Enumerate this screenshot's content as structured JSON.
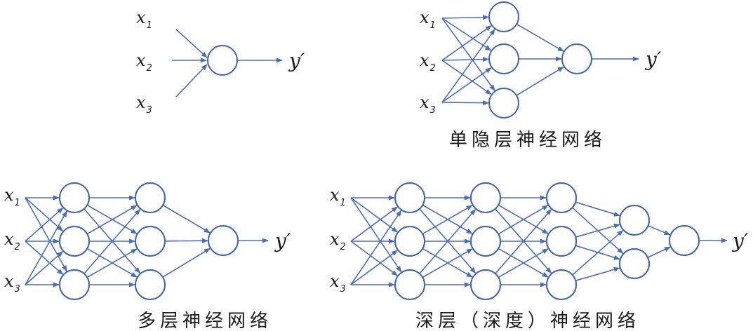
{
  "colors": {
    "node_stroke": "#3f63b5",
    "edge": "#4a6cc0",
    "text": "#1a1a1a"
  },
  "networks": [
    {
      "id": "single-neuron",
      "caption": "",
      "layers": [
        1
      ],
      "output_label": "y′"
    },
    {
      "id": "single-hidden-layer",
      "caption": "单隐层神经网络",
      "layers": [
        3,
        1
      ],
      "output_label": "y′"
    },
    {
      "id": "multi-layer",
      "caption": "多层神经网络",
      "layers": [
        3,
        3,
        1
      ],
      "output_label": "y′"
    },
    {
      "id": "deep",
      "caption": "深层（深度）神经网络",
      "layers": [
        3,
        3,
        3,
        2,
        1
      ],
      "output_label": "y′"
    }
  ],
  "inputs": [
    {
      "base": "x",
      "sub": "1"
    },
    {
      "base": "x",
      "sub": "2"
    },
    {
      "base": "x",
      "sub": "3"
    }
  ]
}
